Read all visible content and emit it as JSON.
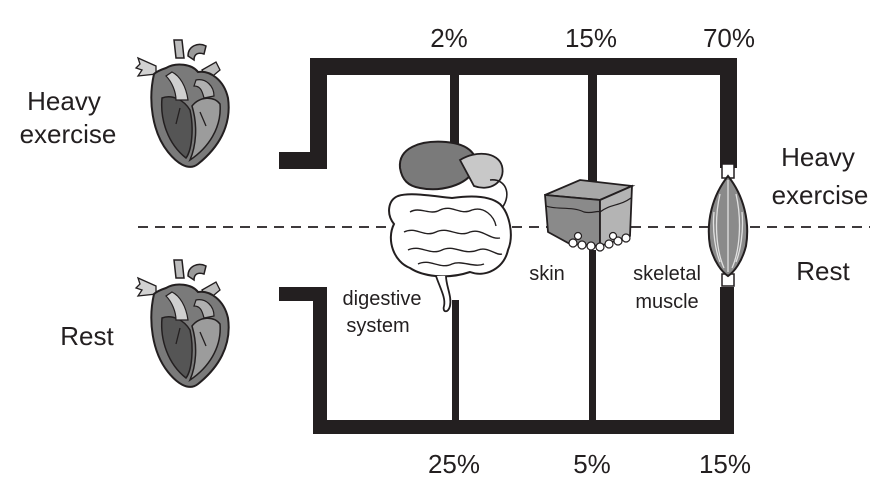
{
  "colors": {
    "ink": "#231f20",
    "organ_dark": "#5a5a5a",
    "organ_mid": "#8a8a8a",
    "organ_light": "#c8c8c8"
  },
  "left_labels": {
    "heavy_line1": "Heavy",
    "heavy_line2": "exercise",
    "rest": "Rest"
  },
  "right_labels": {
    "heavy_line1": "Heavy",
    "heavy_line2": "exercise",
    "rest": "Rest"
  },
  "heavy_exercise": {
    "digestive": "2%",
    "skin": "15%",
    "muscle": "70%"
  },
  "rest": {
    "digestive": "25%",
    "skin": "5%",
    "muscle": "15%"
  },
  "organs": {
    "digestive_line1": "digestive",
    "digestive_line2": "system",
    "skin": "skin",
    "muscle_line1": "skeletal",
    "muscle_line2": "muscle"
  },
  "icons": [
    "heart-icon",
    "heart-icon",
    "digestive-system-icon",
    "skin-icon",
    "skeletal-muscle-icon"
  ]
}
